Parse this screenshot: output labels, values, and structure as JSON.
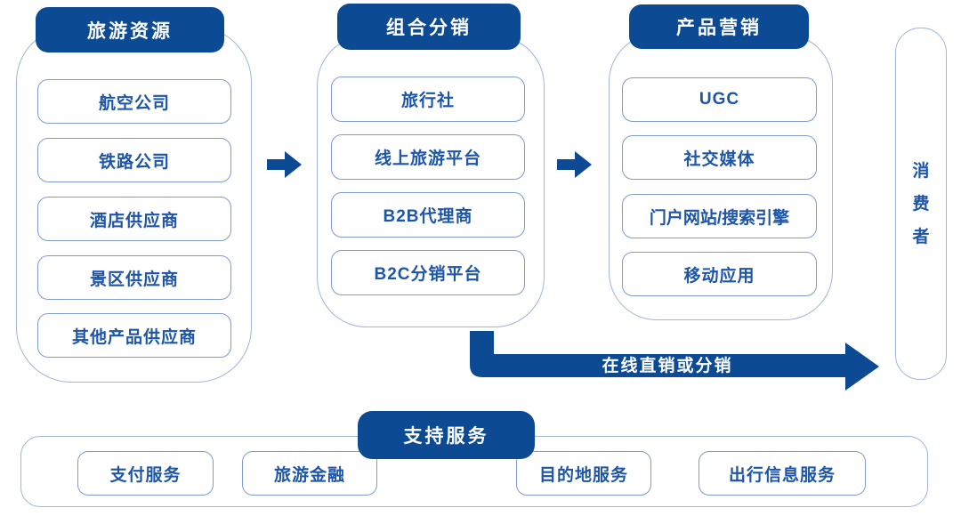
{
  "colors": {
    "primary": "#0d4a94",
    "text_blue": "#1d55a7",
    "frame_border": "#a2b4da",
    "box_border": "#7e9ccd",
    "background": "#ffffff",
    "header_text": "#ffffff"
  },
  "columns": [
    {
      "header": "旅游资源",
      "items": [
        "航空公司",
        "铁路公司",
        "酒店供应商",
        "景区供应商",
        "其他产品供应商"
      ]
    },
    {
      "header": "组合分销",
      "items": [
        "旅行社",
        "线上旅游平台",
        "B2B代理商",
        "B2C分销平台"
      ]
    },
    {
      "header": "产品营销",
      "items": [
        "UGC",
        "社交媒体",
        "门户网站/搜索引擎",
        "移动应用"
      ]
    }
  ],
  "consumer_label": "消费者",
  "flow_arrow_label": "在线直销或分销",
  "support": {
    "header": "支持服务",
    "items": [
      "支付服务",
      "旅游金融",
      "目的地服务",
      "出行信息服务"
    ]
  }
}
